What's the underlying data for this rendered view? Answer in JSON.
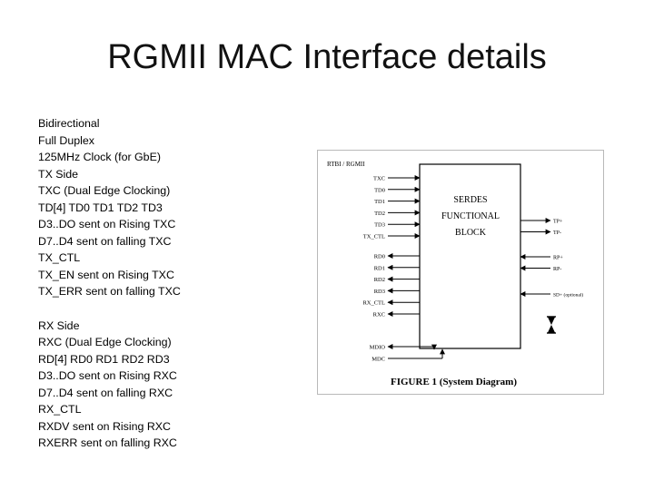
{
  "title": "RGMII MAC Interface details",
  "bullets": [
    "Bidirectional",
    "Full Duplex",
    "125MHz Clock (for GbE)",
    "TX Side",
    "TXC (Dual Edge Clocking)",
    "TD[4] TD0 TD1 TD2 TD3",
    "D3..DO sent on Rising TXC",
    "D7..D4 sent on falling TXC",
    "TX_CTL",
    "TX_EN sent on Rising TXC",
    "TX_ERR sent on falling TXC",
    "",
    "RX Side",
    "RXC (Dual Edge Clocking)",
    "RD[4] RD0 RD1 RD2 RD3",
    "D3..DO  sent on Rising RXC",
    "D7..D4 sent on falling RXC",
    "RX_CTL",
    "RXDV sent on Rising RXC",
    "RXERR sent on falling RXC"
  ],
  "figure": {
    "header": "RTBI / RGMII",
    "block_lines": [
      "SERDES",
      "FUNCTIONAL",
      "BLOCK"
    ],
    "left_in_pins": [
      "TXC",
      "TD0",
      "TD1",
      "TD2",
      "TD3",
      "TX_CTL"
    ],
    "left_out_pins": [
      "RD0",
      "RD1",
      "RD2",
      "RD3",
      "RX_CTL",
      "RXC"
    ],
    "right_out_pins": [
      "TP+",
      "TP-"
    ],
    "right_in_pins": [
      "RP+",
      "RP-",
      "SD+ (optional)"
    ],
    "mgmt_pins": [
      "MDIO",
      "MDC"
    ],
    "hourglass_icon": "hourglass-icon",
    "caption": "FIGURE 1 (System Diagram)"
  }
}
